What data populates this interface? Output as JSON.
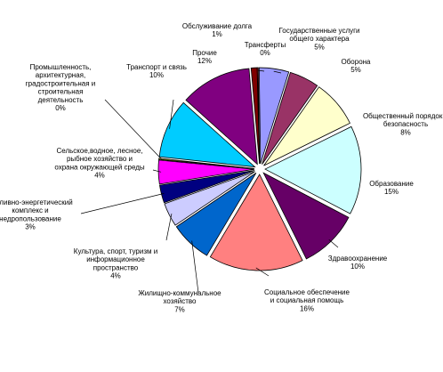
{
  "chart_data": {
    "type": "pie",
    "slices": [
      {
        "label": "Обслуживание долга",
        "value": 1,
        "color": "#800000"
      },
      {
        "label": "Трансферты",
        "value": 0,
        "color": "#ff0000"
      },
      {
        "label": "Государственные услуги общего характера",
        "value": 5,
        "color": "#9999ff"
      },
      {
        "label": "Оборона",
        "value": 5,
        "color": "#993366"
      },
      {
        "label": "Общественный порядок и безопасность",
        "value": 8,
        "color": "#ffffcc"
      },
      {
        "label": "Образование",
        "value": 15,
        "color": "#ccffff"
      },
      {
        "label": "Здравоохранение",
        "value": 10,
        "color": "#660066"
      },
      {
        "label": "Социальное обеспечение и социальная помощь",
        "value": 16,
        "color": "#ff8080"
      },
      {
        "label": "Жилищно-коммунальное хозяйство",
        "value": 7,
        "color": "#0066cc"
      },
      {
        "label": "Культура, спорт, туризм и информационное пространство",
        "value": 4,
        "color": "#ccccff"
      },
      {
        "label": "Топливно-энергетический комплекс и недропользование",
        "value": 3,
        "color": "#000080"
      },
      {
        "label": "Сельское,водное, лесное, рыбное хозяйство и охрана окружающей среды",
        "value": 4,
        "color": "#ff00ff"
      },
      {
        "label": "Промышленность, архитектурная, градостроительная и строительная деятельность",
        "value": 0,
        "color": "#ffff00"
      },
      {
        "label": "Транспорт и связь",
        "value": 10,
        "color": "#00ccff"
      },
      {
        "label": "Прочие",
        "value": 12,
        "color": "#800080"
      }
    ],
    "labels_text": [
      {
        "lines": [
          "Обслуживание долга",
          "1%"
        ]
      },
      {
        "lines": [
          "Трансферты",
          "0%"
        ]
      },
      {
        "lines": [
          "Государственные услуги",
          "общего характера",
          "5%"
        ]
      },
      {
        "lines": [
          "Оборона",
          "5%"
        ]
      },
      {
        "lines": [
          "Общественный порядок и",
          "безопасность",
          "8%"
        ]
      },
      {
        "lines": [
          "Образование",
          "15%"
        ]
      },
      {
        "lines": [
          "Здравоохранение",
          "10%"
        ]
      },
      {
        "lines": [
          "Социальное обеспечение",
          "и социальная помощь",
          "16%"
        ]
      },
      {
        "lines": [
          "Жилищно-коммунальное",
          "хозяйство",
          "7%"
        ]
      },
      {
        "lines": [
          "Культура, спорт, туризм и",
          "информационное",
          "пространство",
          "4%"
        ]
      },
      {
        "lines": [
          "Топливно-энергетический",
          "комплекс и",
          "недропользование",
          "3%"
        ]
      },
      {
        "lines": [
          "Сельское,водное, лесное,",
          "рыбное хозяйство и",
          "охрана окружающей среды",
          "4%"
        ]
      },
      {
        "lines": [
          "Промышленность,",
          "архитектурная,",
          "градостроительная и",
          "строительная",
          "деятельность",
          "0%"
        ]
      },
      {
        "lines": [
          "Транспорт и связь",
          "10%"
        ]
      },
      {
        "lines": [
          "Прочие",
          "12%"
        ]
      }
    ]
  }
}
